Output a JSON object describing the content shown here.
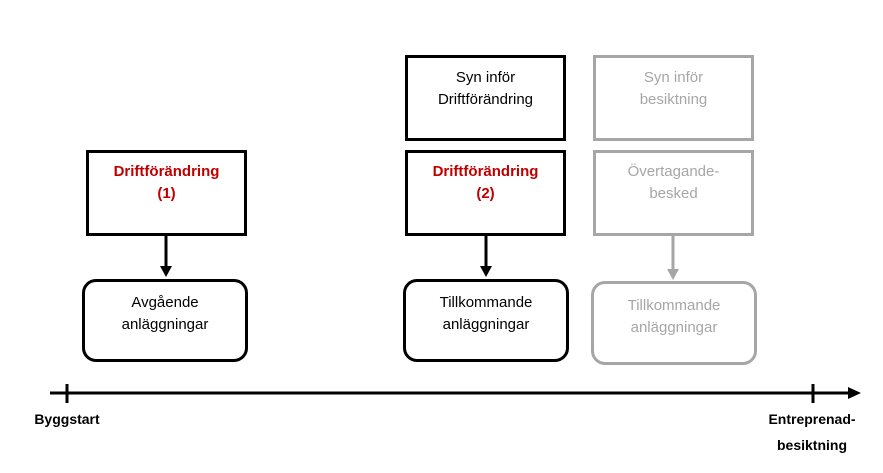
{
  "boxes": {
    "drift1": {
      "line1": "Driftförändring",
      "line2": "(1)"
    },
    "avgaende": {
      "line1": "Avgående",
      "line2": "anläggningar"
    },
    "syn_drift": {
      "line1": "Syn inför",
      "line2": "Driftförändring"
    },
    "drift2": {
      "line1": "Driftförändring",
      "line2": "(2)"
    },
    "tillkommande_black": {
      "line1": "Tillkommande",
      "line2": "anläggningar"
    },
    "syn_besiktning": {
      "line1": "Syn inför",
      "line2": "besiktning"
    },
    "overtagande": {
      "line1": "Övertagande-",
      "line2": "besked"
    },
    "tillkommande_grey": {
      "line1": "Tillkommande",
      "line2": "anläggningar"
    }
  },
  "timeline": {
    "start_label": "Byggstart",
    "end_label_line1": "Entreprenad-",
    "end_label_line2": "besiktning"
  },
  "colors": {
    "red": "#c00000",
    "grey": "#a6a6a6",
    "black": "#000000"
  }
}
